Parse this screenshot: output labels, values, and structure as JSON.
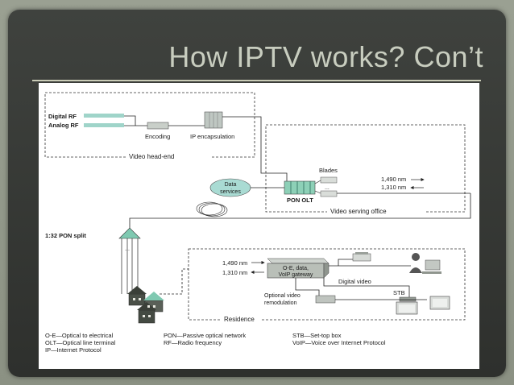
{
  "slide": {
    "title": "How IPTV works? Con’t"
  },
  "headend": {
    "digital_rf": "Digital RF",
    "analog_rf": "Analog RF",
    "encoding": "Encoding",
    "ip_encapsulation": "IP encapsulation",
    "box_label": "Video head-end"
  },
  "serving_office": {
    "blades": "Blades",
    "data_services_line1": "Data",
    "data_services_line2": "services",
    "pon_olt": "PON OLT",
    "ellipsis": "...",
    "down_wavelength": "1,490 nm",
    "up_wavelength": "1,310 nm",
    "box_label": "Video serving office"
  },
  "split": {
    "label": "1:32 PON split",
    "ellipsis": "..."
  },
  "residence": {
    "down_wavelength": "1,490 nm",
    "up_wavelength": "1,310 nm",
    "gateway_line1": "O-E, data,",
    "gateway_line2": "VoIP gateway",
    "digital_video": "Digital video",
    "stb": "STB",
    "optional_line1": "Optional video",
    "optional_line2": "remodulation",
    "box_label": "Residence"
  },
  "legend": {
    "oe": "O-E—Optical to electrical",
    "olt": "OLT—Optical line terminal",
    "ip": "IP—Internet Protocol",
    "pon": "PON—Passive optical network",
    "rf": "RF—Radio frequency",
    "stb": "STB—Set-top box",
    "voip": "VoIP—Voice over Internet Protocol"
  }
}
